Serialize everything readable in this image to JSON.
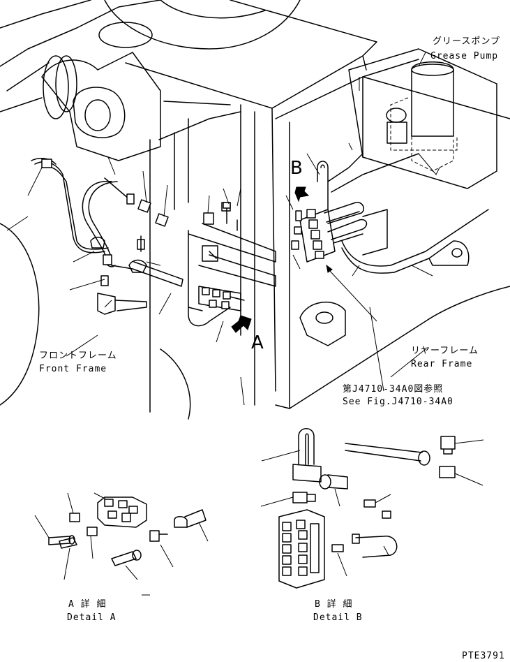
{
  "labels": {
    "grease_pump_jp": "グリースポンプ",
    "grease_pump_en": "Grease Pump",
    "front_frame_jp": "フロントフレーム",
    "front_frame_en": "Front Frame",
    "rear_frame_jp": "リヤーフレーム",
    "rear_frame_en": "Rear Frame",
    "see_fig_jp": "第J4710-34A0図参照",
    "see_fig_en": "See Fig.J4710-34A0",
    "view_a": "A",
    "view_b": "B",
    "detail_a_jp": "A 詳 細",
    "detail_a_en": "Detail A",
    "detail_b_jp": "B 詳 細",
    "detail_b_en": "Detail B",
    "drawing_code": "PTE3791"
  }
}
